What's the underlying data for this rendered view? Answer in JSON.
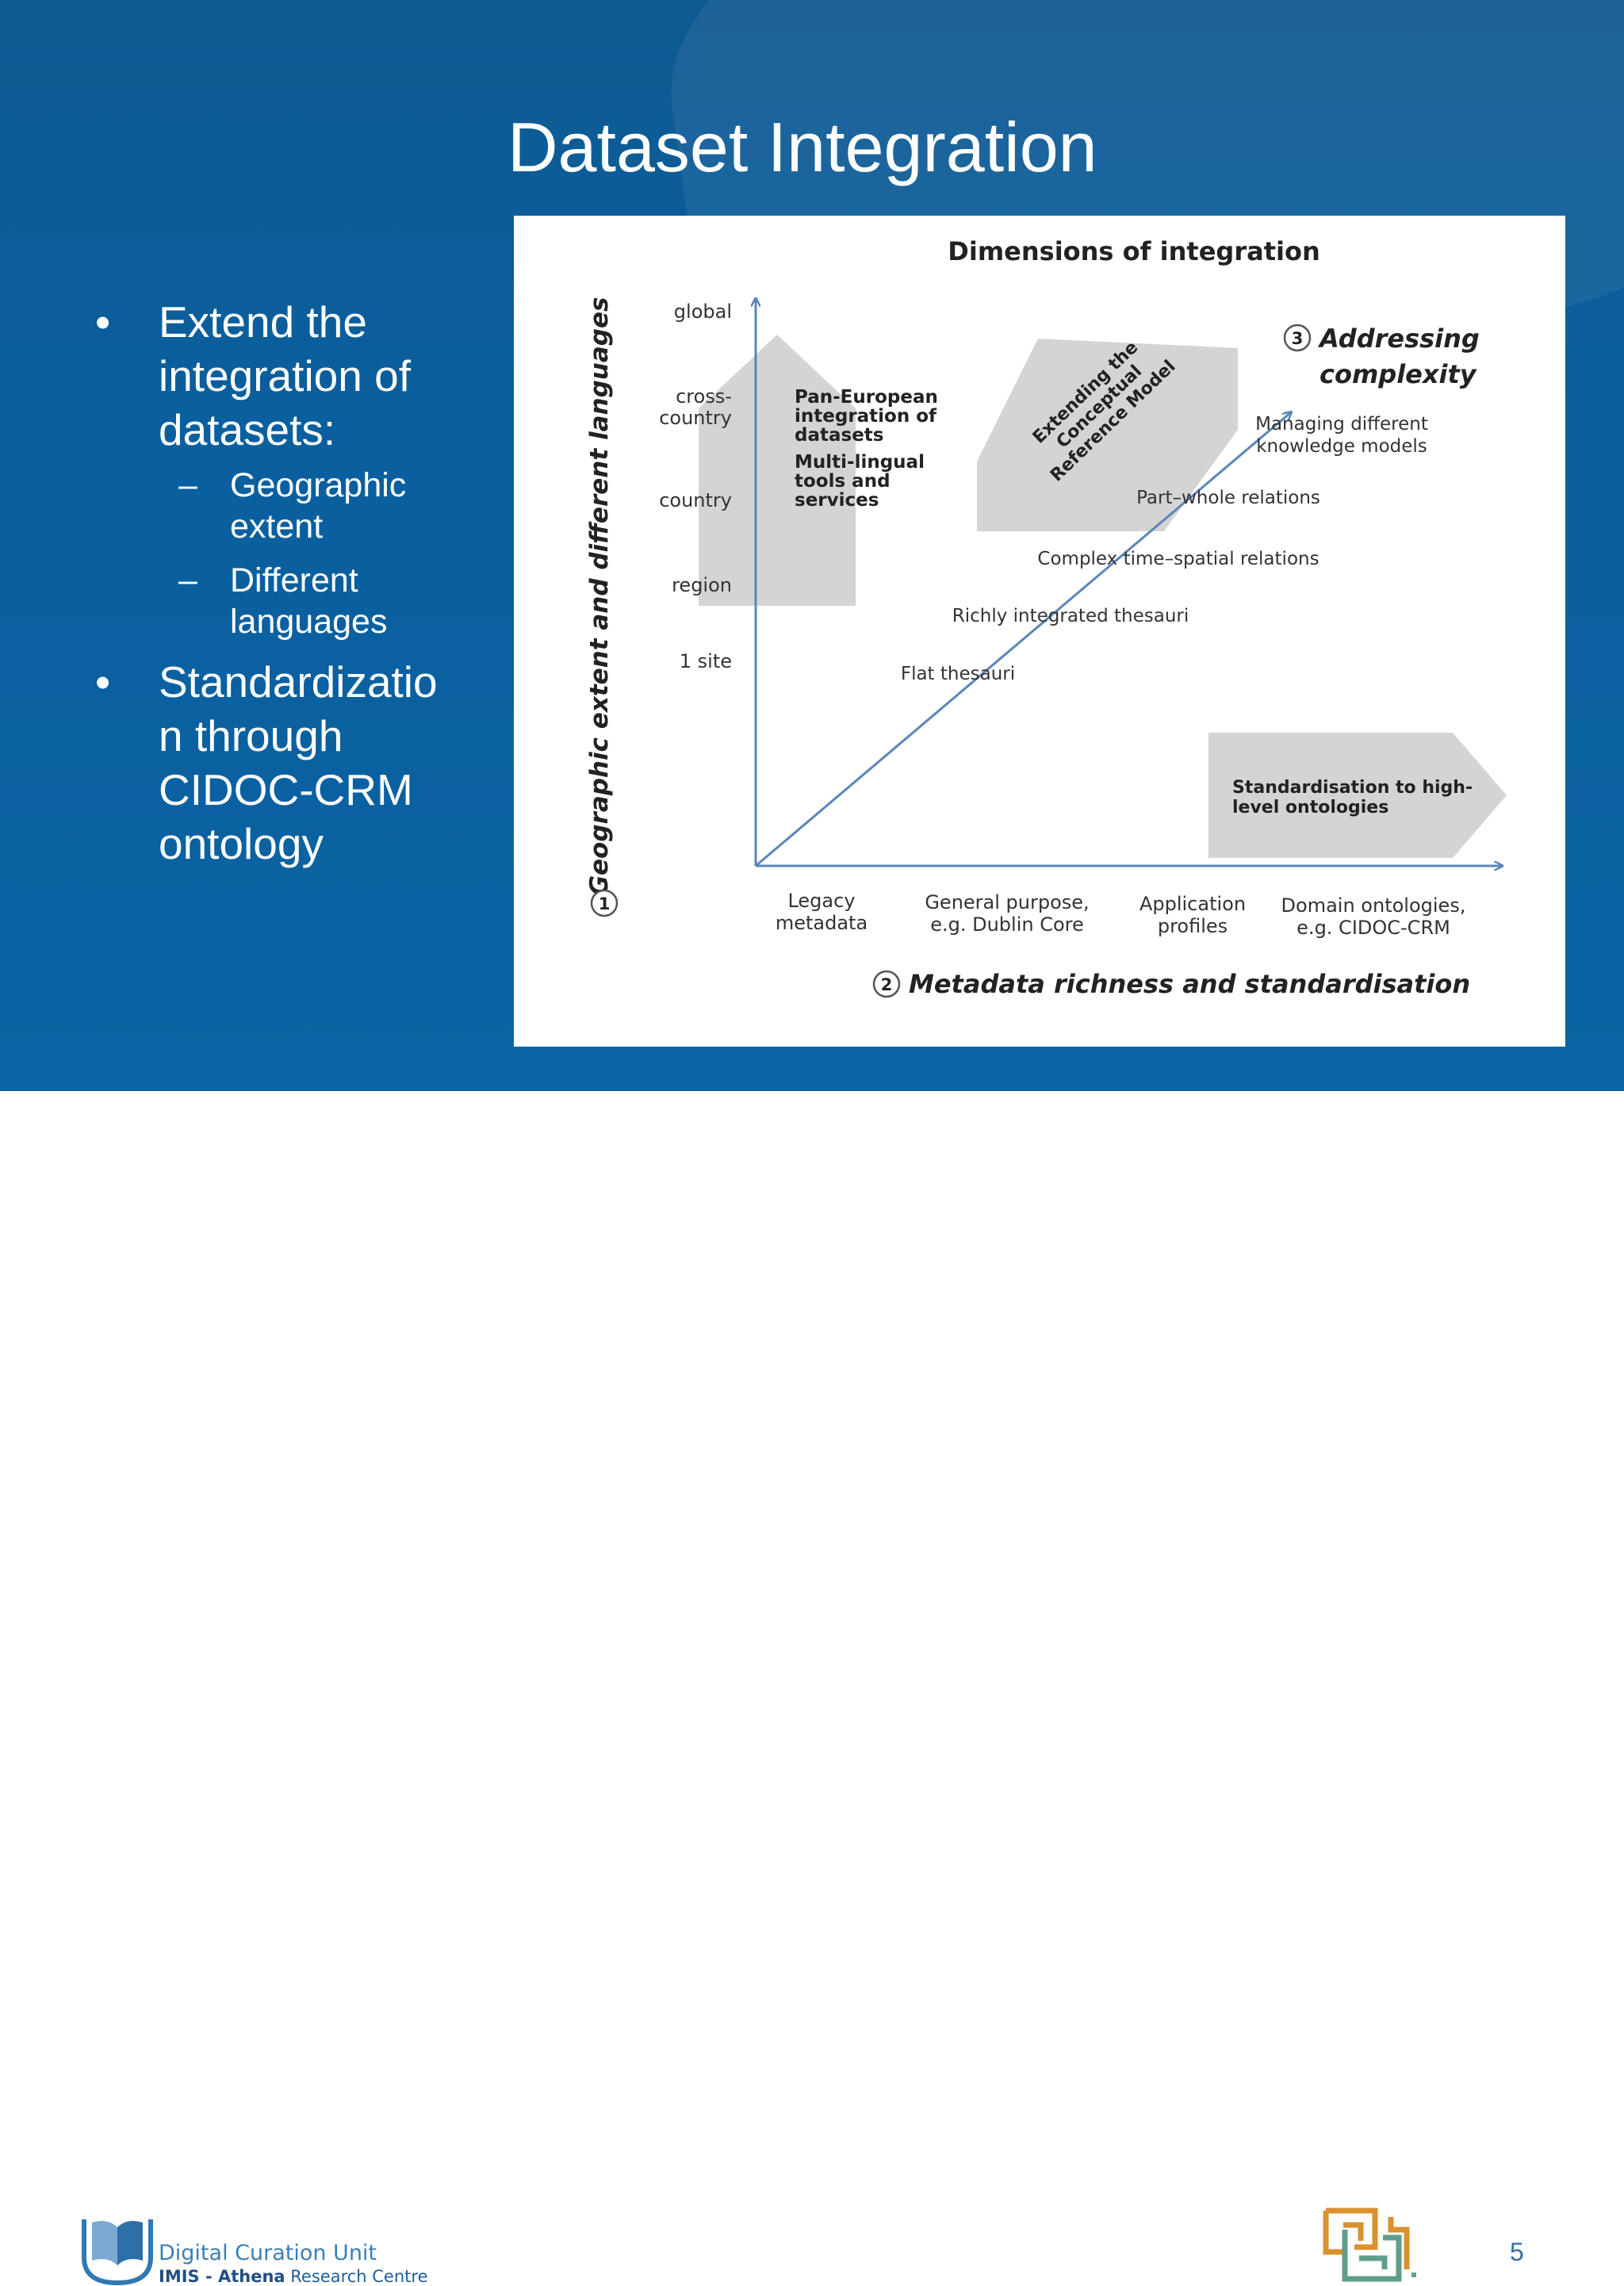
{
  "slide": {
    "title": "Dataset Integration",
    "page_number": "5",
    "bullets": [
      {
        "text": "Extend the integration of datasets:",
        "lines": [
          "Extend the",
          "integration of",
          "datasets:"
        ]
      },
      {
        "text": "Standardization through CIDOC-CRM ontology",
        "lines": [
          "Standardizatio",
          "n through",
          "CIDOC-CRM",
          "ontology"
        ]
      }
    ],
    "sub_bullets": [
      {
        "lines": [
          "Geographic",
          "extent"
        ]
      },
      {
        "lines": [
          "Different",
          "languages"
        ]
      }
    ]
  },
  "diagram": {
    "title": "Dimensions of integration",
    "y_axis_label": "Geographic extent and different languages",
    "y_axis_number": "1",
    "x_axis_label": "Metadata richness and standardisation",
    "x_axis_number": "2",
    "y_ticks": [
      "global",
      "cross-",
      "country",
      "country",
      "region",
      "1 site"
    ],
    "x_ticks": [
      {
        "lines": [
          "Legacy",
          "metadata"
        ]
      },
      {
        "lines": [
          "General purpose,",
          "e.g. Dublin Core"
        ]
      },
      {
        "lines": [
          "Application",
          "profiles"
        ]
      },
      {
        "lines": [
          "Domain ontologies,",
          "e.g. CIDOC-CRM"
        ]
      }
    ],
    "diagonal_labels": [
      "Flat thesauri",
      "Richly integrated thesauri",
      "Complex time–spatial relations",
      "Part–whole relations",
      "Managing different",
      "knowledge models"
    ],
    "complexity_number": "3",
    "complexity_label": [
      "Addressing",
      "complexity"
    ],
    "box_pan_european": {
      "lines": [
        "Pan-European",
        "integration of",
        "datasets",
        "Multi-lingual",
        "tools and",
        "services"
      ]
    },
    "box_reference_model": {
      "lines": [
        "Extending the",
        "Conceptual",
        "Reference Model"
      ]
    },
    "box_standardisation": {
      "lines": [
        "Standardisation to high-",
        "level ontologies"
      ]
    }
  },
  "footer": {
    "logo_line1": "Digital Curation Unit",
    "logo_line2_bold": "IMIS - Athena",
    "logo_line2_rest": " Research Centre"
  },
  "colors": {
    "slide_bg": "#0b5e9c",
    "axis": "#5b86b8",
    "box_fill": "#d4d4d4",
    "text_dark": "#222222",
    "logo_orange": "#d9922e",
    "logo_green": "#5f9e8c"
  }
}
